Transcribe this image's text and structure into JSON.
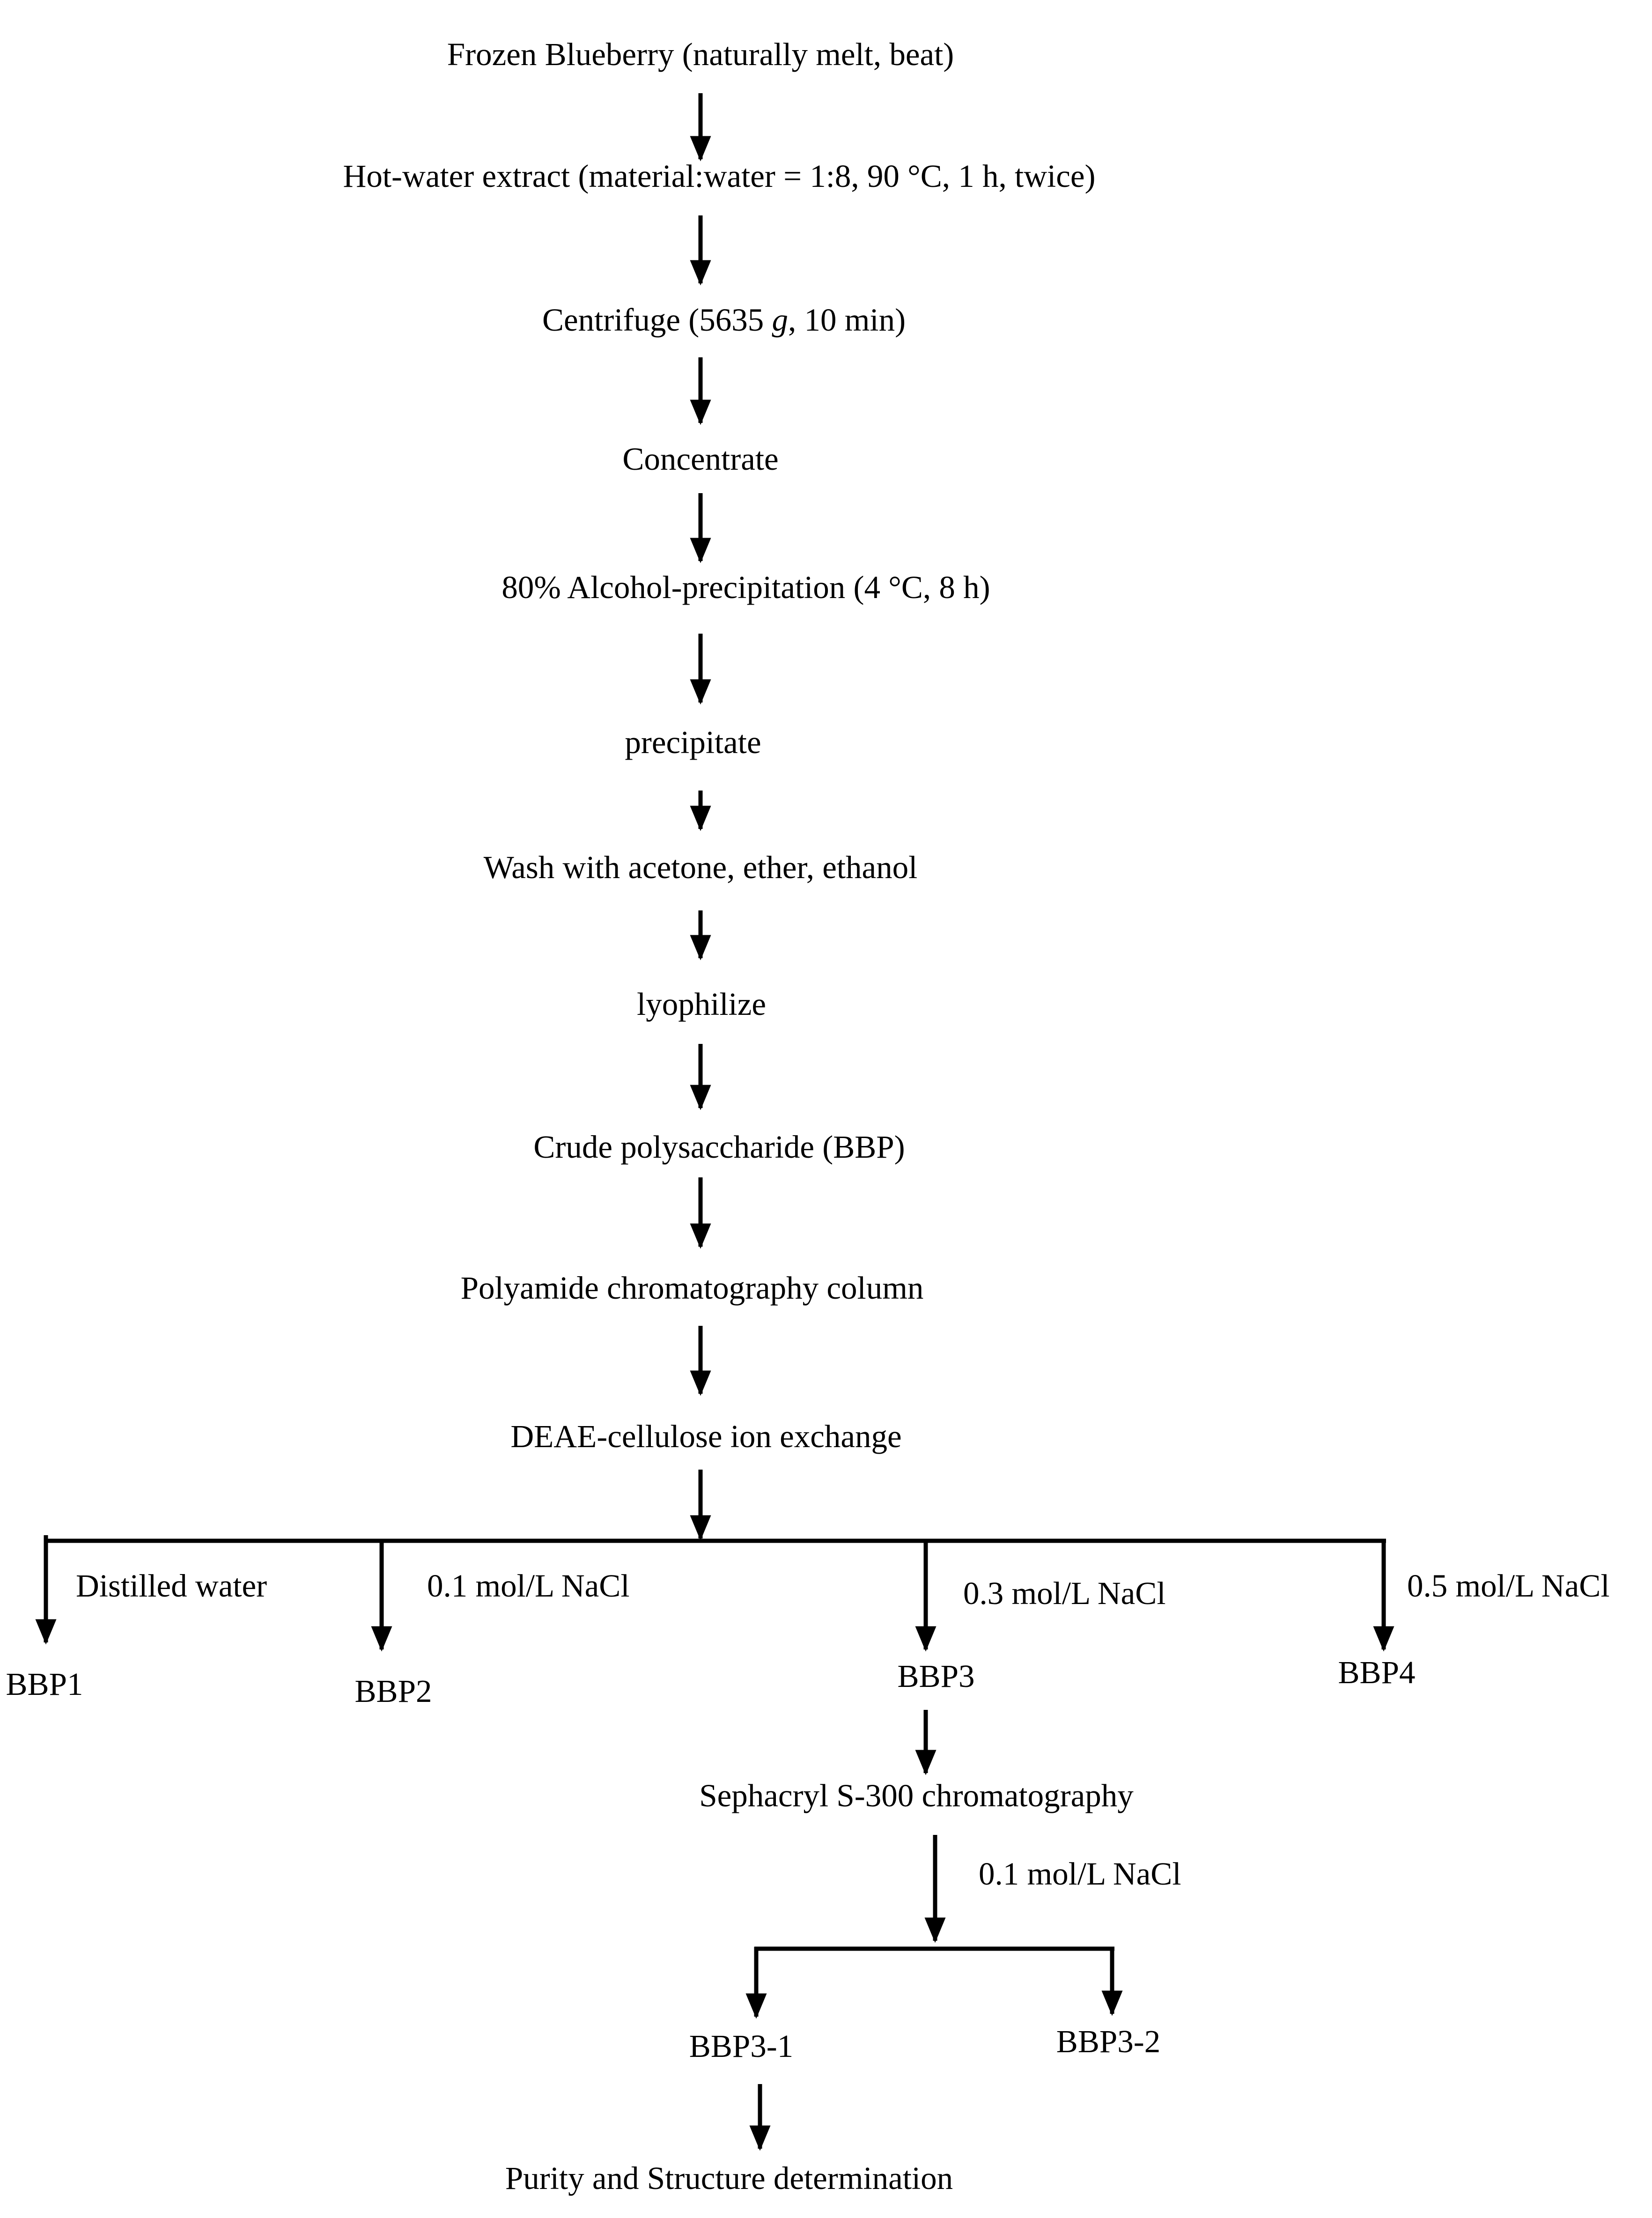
{
  "steps": {
    "s1": "Frozen Blueberry (naturally melt, beat)",
    "s2": "Hot-water extract (material:water = 1:8, 90 °C, 1 h, twice)",
    "s3_pre": "Centrifuge (5635 ",
    "s3_g": "g",
    "s3_post": ", 10 min)",
    "s4": "Concentrate",
    "s5": "80% Alcohol-precipitation (4 °C, 8 h)",
    "s6": "precipitate",
    "s7": "Wash with acetone, ether, ethanol",
    "s8": "lyophilize",
    "s9": "Crude polysaccharide (BBP)",
    "s10": "Polyamide chromatography column",
    "s11": "DEAE-cellulose ion exchange"
  },
  "branches": {
    "e1": "Distilled water",
    "e2": "0.1 mol/L NaCl",
    "e3": "0.3 mol/L NaCl",
    "e4": "0.5 mol/L NaCl",
    "bbp1": "BBP1",
    "bbp2": "BBP2",
    "bbp3": "BBP3",
    "bbp4": "BBP4"
  },
  "subflow": {
    "sephacryl": "Sephacryl S-300 chromatography",
    "eluent": "0.1 mol/L NaCl",
    "bbp3_1": "BBP3-1",
    "bbp3_2": "BBP3-2",
    "final": "Purity and Structure determination"
  },
  "colors": {
    "ink": "#000000",
    "background": "#ffffff"
  }
}
